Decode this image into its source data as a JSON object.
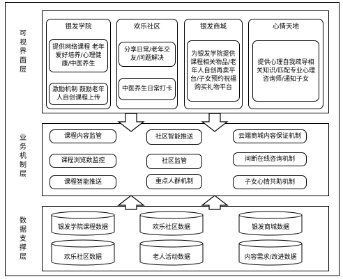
{
  "layers": {
    "visual": {
      "label": "可视界面层",
      "columns": [
        {
          "title": "银发学院",
          "boxes": [
            "提供网络课程 老年爱好培养/心理健康/中医养生",
            "激励机制 鼓励老年人自创课程上传"
          ]
        },
        {
          "title": "欢乐社区",
          "boxes": [
            "分享日常/老年交友/问题解决",
            "中医养生日常打卡"
          ]
        },
        {
          "title": "银发商城",
          "boxes": [
            "为银发学院提供课程相关物品/老年人自创再卖平台/子女预约祝福购买礼物平台"
          ]
        },
        {
          "title": "心情天地",
          "boxes": [
            "提供心理自我疏导相关知识/匹配专业心理咨询师/通知子女"
          ]
        }
      ]
    },
    "business": {
      "label": "业务机制层",
      "columns": [
        [
          "课程内容监管",
          "课程浏览数监控",
          "课程智能推送"
        ],
        [
          "社区智能推送",
          "社区监管",
          "重点人群机制"
        ],
        [
          "云端商城内容保证机制",
          "间断在线咨询机制",
          "子女心情共助机制"
        ]
      ]
    },
    "data": {
      "label": "数据支撑层",
      "stores": [
        "银发学院课程数据",
        "欢乐社区数据",
        "银发商城数据",
        "欢乐社区数据",
        "老人活动数据",
        "内容需求/改进数据"
      ]
    }
  }
}
